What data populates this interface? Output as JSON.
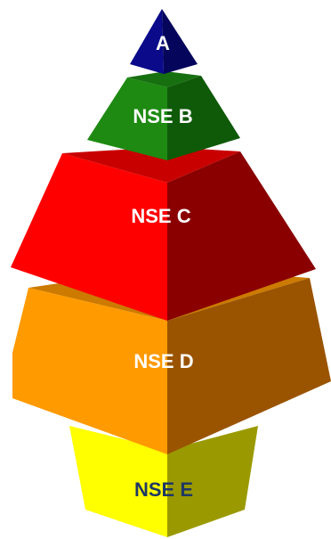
{
  "diagram": {
    "levels": [
      {
        "id": "a",
        "label": "A",
        "color_left": "#0a0a8a",
        "color_right": "#05055c",
        "label_color": "#ffffff"
      },
      {
        "id": "b",
        "label": "NSE B",
        "color_left": "#1e8a12",
        "color_right": "#0f5a08",
        "label_color": "#ffffff"
      },
      {
        "id": "c",
        "label": "NSE C",
        "color_left": "#ff0000",
        "color_right": "#8a0000",
        "label_color": "#ffffff"
      },
      {
        "id": "d",
        "label": "NSE D",
        "color_left": "#ff9a00",
        "color_right": "#9a5400",
        "label_color": "#ffffff"
      },
      {
        "id": "e",
        "label": "NSE E",
        "color_left": "#ffff00",
        "color_right": "#9a9a00",
        "label_color": "#1f3864"
      }
    ]
  }
}
